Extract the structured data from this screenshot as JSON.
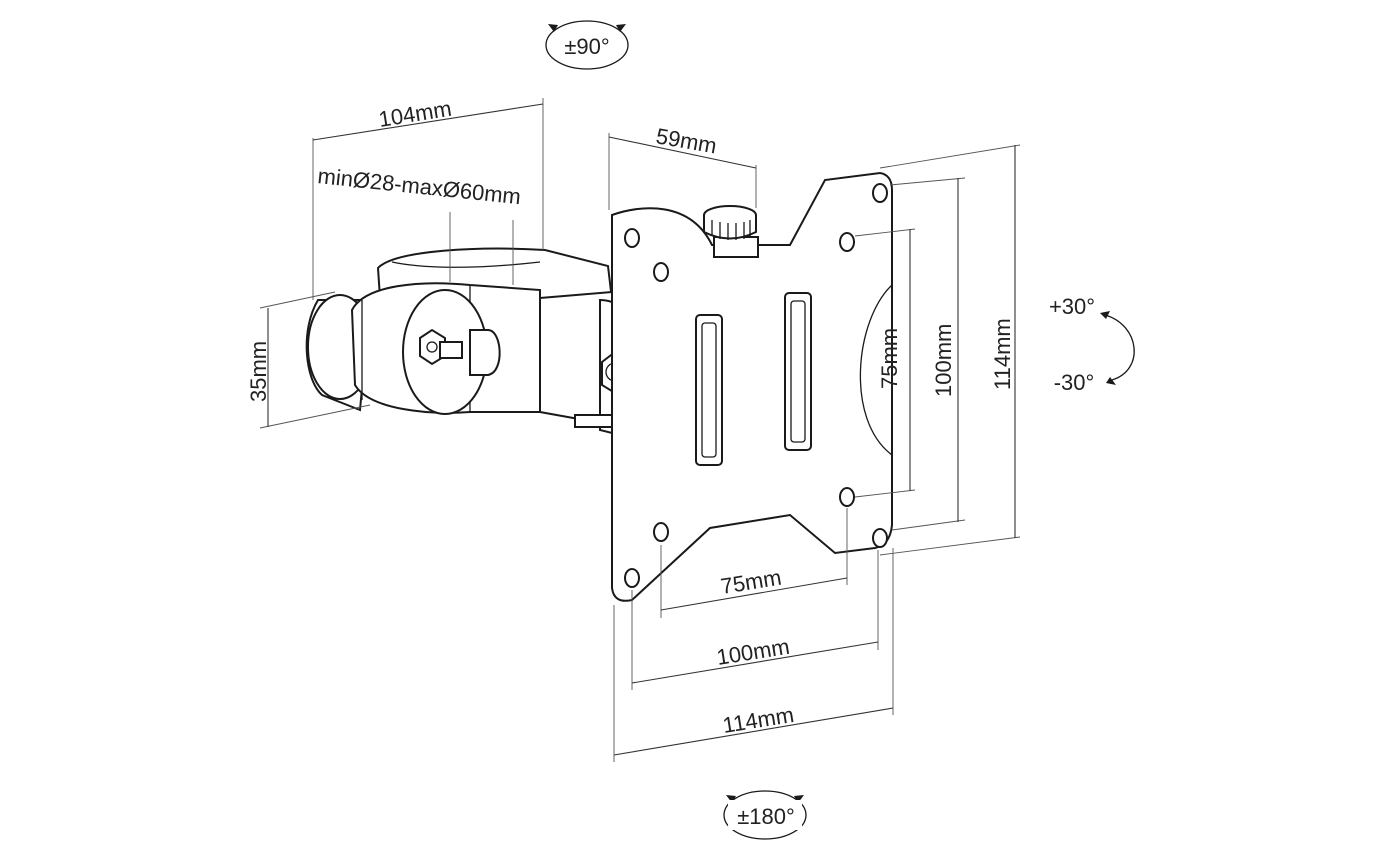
{
  "labels": {
    "clamp_length": "104mm",
    "clamp_range": "minØ28-maxØ60mm",
    "clamp_height": "35mm",
    "plate_offset": "59mm",
    "vesa_75_h": "75mm",
    "vesa_100_h": "100mm",
    "plate_114_h": "114mm",
    "vesa_75_w": "75mm",
    "vesa_100_w": "100mm",
    "plate_114_w": "114mm"
  },
  "rotations": {
    "swivel": "±90°",
    "rotate": "±180°",
    "tilt_up": "+30°",
    "tilt_down": "-30°"
  },
  "colors": {
    "line": "#1a1a1a",
    "text": "#222222",
    "background": "#ffffff"
  }
}
